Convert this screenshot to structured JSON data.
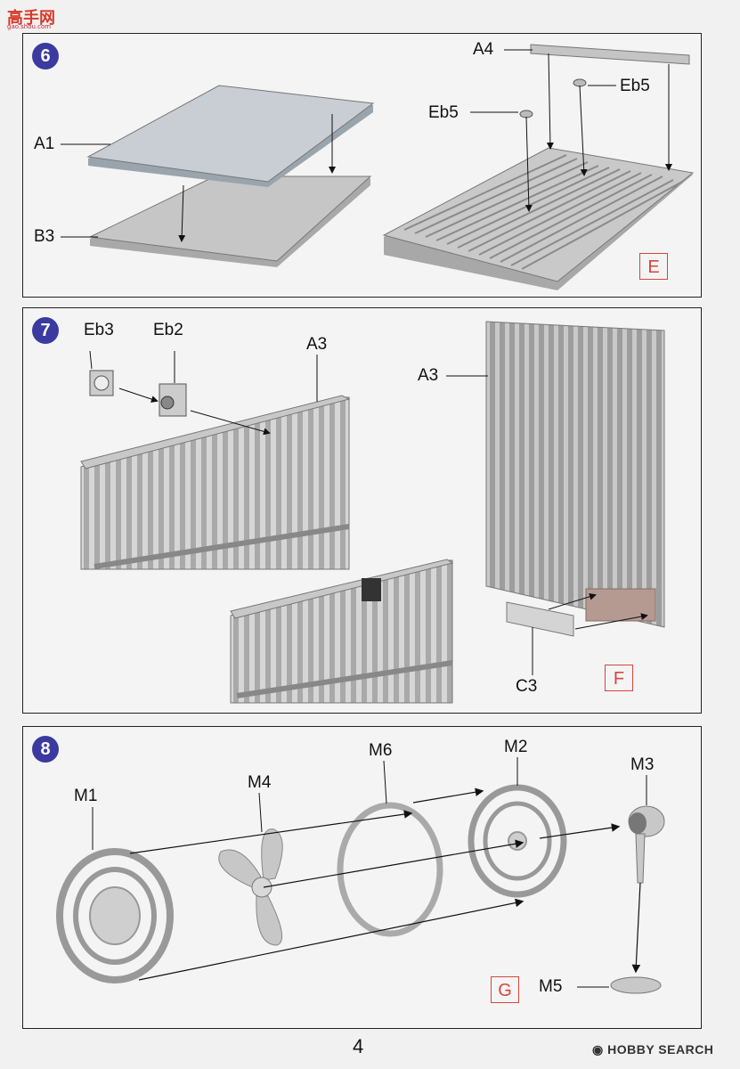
{
  "watermark": {
    "site_name": "高手网",
    "url": "gao.shou.com"
  },
  "steps": [
    {
      "number": "6",
      "parts": [
        "A1",
        "B3",
        "A4",
        "Eb5",
        "Eb5"
      ],
      "assembly_box": "E"
    },
    {
      "number": "7",
      "parts": [
        "Eb3",
        "Eb2",
        "A3",
        "A3",
        "C3"
      ],
      "assembly_box": "F"
    },
    {
      "number": "8",
      "parts": [
        "M1",
        "M4",
        "M6",
        "M2",
        "M3",
        "M5"
      ],
      "assembly_box": "G"
    }
  ],
  "footer": {
    "page_number": "4",
    "publisher": "HOBBY SEARCH"
  },
  "colors": {
    "step_badge": "#3a3aa0",
    "assembly_box": "#d4463c",
    "part_gray": "#b8b8b8"
  }
}
